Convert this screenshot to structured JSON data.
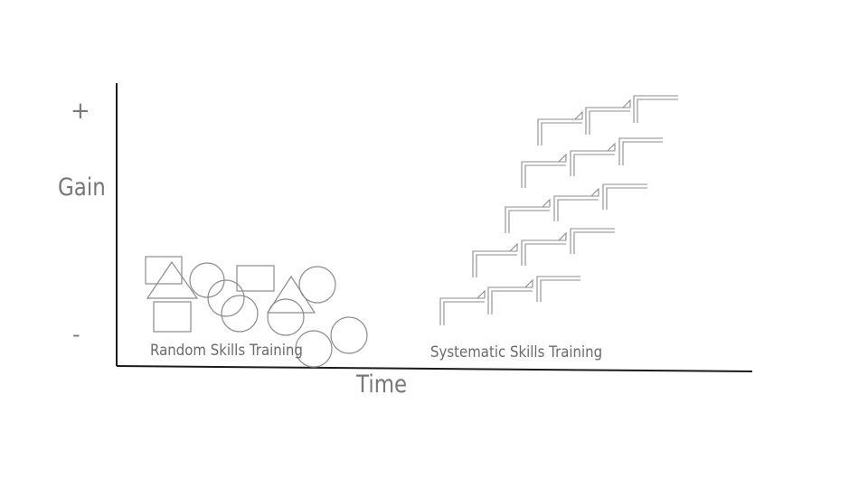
{
  "axes": {
    "y_positive": "+",
    "y_label": "Gain",
    "y_negative": "-",
    "x_label": "Time"
  },
  "regions": {
    "random": {
      "label": "Random Skills Training"
    },
    "systematic": {
      "label": "Systematic Skills Training"
    }
  },
  "colors": {
    "axis": "#1a1a1a",
    "shape_stroke": "#8c8c8c",
    "text": "#6e6e6e"
  }
}
